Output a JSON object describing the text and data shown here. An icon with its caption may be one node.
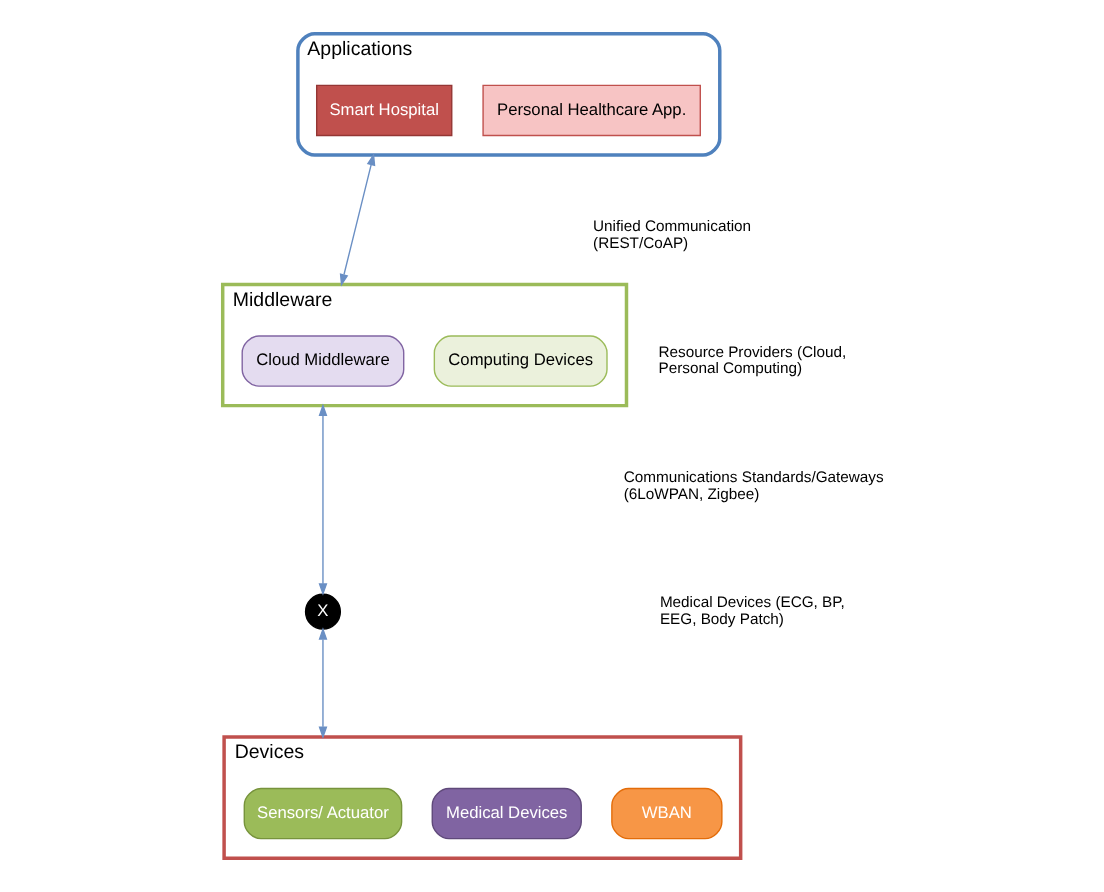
{
  "diagram": {
    "nodes": [
      {
        "text": [],
        "shape": "box",
        "beside": [
          "Applications"
        ]
      },
      {
        "text": [
          "Smart Hospital"
        ],
        "in": 0
      },
      {
        "text": [
          "Personal Healthcare App."
        ],
        "in": 0
      },
      {
        "text": [],
        "shape": "box",
        "beside": [
          "Middleware"
        ]
      },
      {
        "text": [
          "Cloud Middleware"
        ],
        "in": 3
      },
      {
        "text": [
          "Computing Devices"
        ],
        "in": 3
      },
      {
        "text": [
          "X"
        ]
      },
      {
        "text": [],
        "shape": "box",
        "beside": [
          "Devices"
        ]
      },
      {
        "text": [
          "Sensors/ Actuator"
        ],
        "in": 7
      },
      {
        "text": [
          "Medical Devices"
        ],
        "in": 7
      },
      {
        "text": [
          "WBAN"
        ],
        "in": 7
      }
    ],
    "edges": [
      {
        "from": 0,
        "to": 3,
        "arrow": "both"
      },
      {
        "from": 3,
        "to": 6,
        "arrow": "both"
      },
      {
        "from": 6,
        "to": 7,
        "arrow": "both"
      }
    ],
    "labels": [
      "Unified Communication (REST/CoAP)",
      "Resource Providers (Cloud, Personal Computing)",
      "Communications Standards/Gateways (6LoWPAN, Zigbee)",
      "Medical Devices (ECG, BP, EEG, Body Patch)"
    ]
  }
}
